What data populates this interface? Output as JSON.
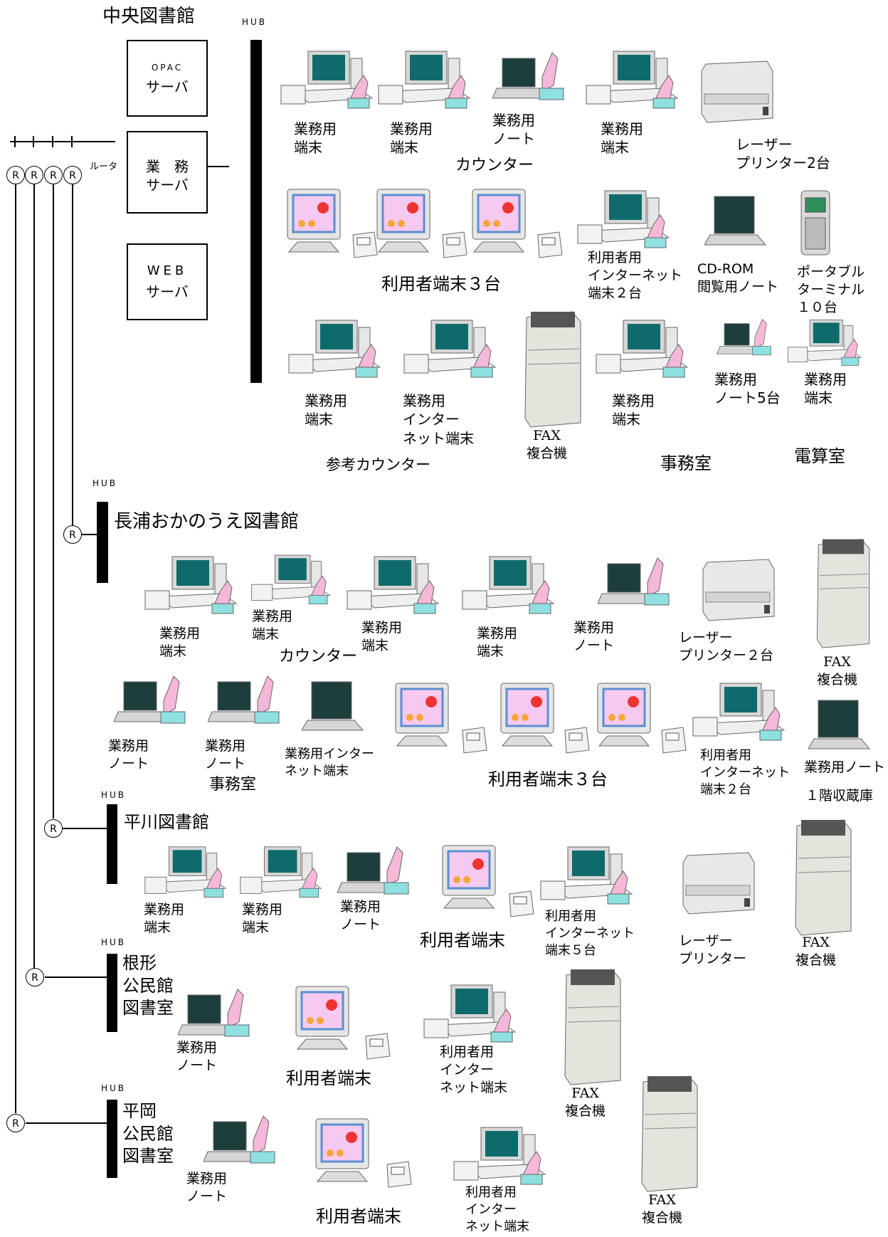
{
  "central": {
    "title": "中央図書館",
    "hub_label": "HUB",
    "servers": {
      "opac": {
        "line1": "OPAC",
        "line2": "サーバ"
      },
      "business": {
        "line1": "業　務",
        "line2": "サーバ"
      },
      "web": {
        "line1": "WEB",
        "line2": "サーバ"
      }
    },
    "router_label": "ルータ",
    "router_letter": "R",
    "counter": {
      "label": "カウンター",
      "devices": [
        "業務用\n端末",
        "業務用\n端末",
        "業務用\nノート",
        "業務用\n端末"
      ],
      "printer": "レーザー\nプリンター2台"
    },
    "public": {
      "terminals": "利用者端末３台",
      "internet": "利用者用\nインターネット\n端末２台",
      "cdrom": "CD-ROM\n閲覧用ノート",
      "portable": "ポータブル\nターミナル\n１０台"
    },
    "reference": {
      "label": "参考カウンター",
      "dev1": "業務用\n端末",
      "dev2": "業務用\nインター\nネット端末",
      "fax": "FAX\n複合機"
    },
    "office": {
      "label": "事務室",
      "dev1": "業務用\n端末",
      "dev2": "業務用\nノート5台"
    },
    "computer_room": {
      "label": "電算室",
      "dev": "業務用\n端末"
    }
  },
  "nagaura": {
    "hub_label": "HUB",
    "title": "長浦おかのうえ図書館",
    "counter": {
      "label": "カウンター",
      "devices": [
        "業務用\n端末",
        "業務用\n端末",
        "業務用\n端末",
        "業務用\n端末",
        "業務用\nノート"
      ],
      "printer": "レーザー\nプリンター２台",
      "fax": "FAX\n複合機"
    },
    "office": {
      "label": "事務室",
      "note1": "業務用\nノート",
      "note2": "業務用\nノート",
      "internet": "業務用インター\nネット端末"
    },
    "public": {
      "terminals": "利用者端末３台",
      "internet": "利用者用\nインターネット\n端末２台"
    },
    "storage": {
      "note": "業務用ノート",
      "label": "１階収蔵庫"
    }
  },
  "hirakawa": {
    "hub_label": "HUB",
    "title": "平川図書館",
    "dev1": "業務用\n端末",
    "dev2": "業務用\n端末",
    "note": "業務用\nノート",
    "terminal": "利用者端末",
    "internet": "利用者用\nインターネット\n端末５台",
    "printer": "レーザー\nプリンター",
    "fax": "FAX\n複合機"
  },
  "negata": {
    "hub_label": "HUB",
    "title": "根形\n公民館\n図書室",
    "note": "業務用\nノート",
    "terminal": "利用者端末",
    "internet": "利用者用\nインター\nネット端末",
    "fax": "FAX\n複合機"
  },
  "hiraoka": {
    "hub_label": "HUB",
    "title": "平岡\n公民館\n図書室",
    "note": "業務用\nノート",
    "terminal": "利用者端末",
    "internet": "利用者用\nインター\nネット端末",
    "fax": "FAX\n複合機"
  }
}
